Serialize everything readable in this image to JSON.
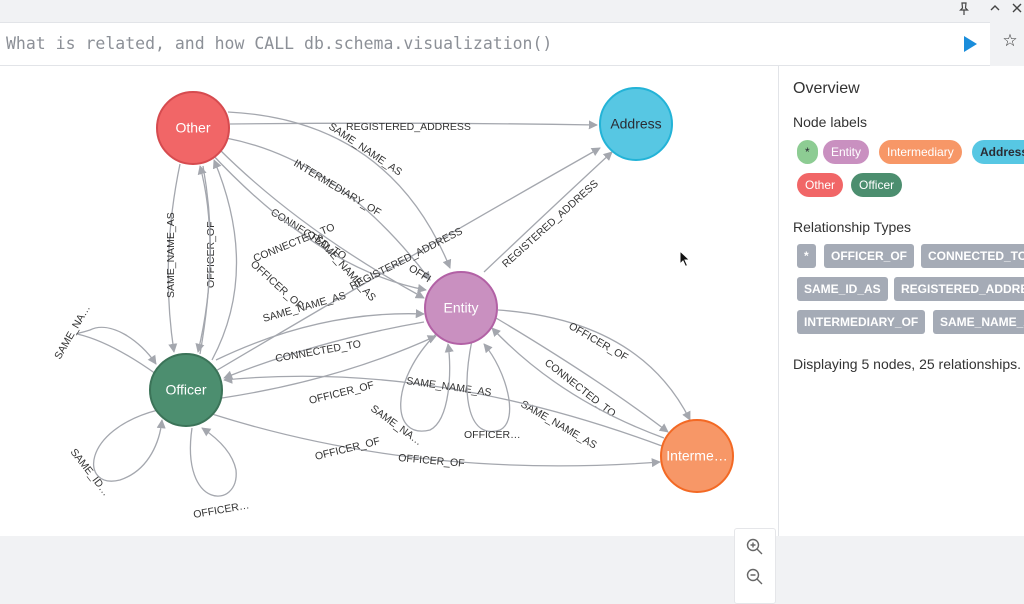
{
  "window": {
    "pin_icon": "pin-icon",
    "collapse_icon": "chevron-up-icon",
    "close_icon": "close-icon"
  },
  "editor": {
    "query": "What is related, and how CALL db.schema.visualization()",
    "run_icon": "play-icon",
    "favorite_icon": "star-icon"
  },
  "graph": {
    "nodes": {
      "other": "Other",
      "address": "Address",
      "entity": "Entity",
      "officer": "Officer",
      "intermediary": "Interme…"
    },
    "node_colors": {
      "other": "#f16667",
      "address": "#57c7e3",
      "entity": "#c990c0",
      "officer": "#4c8e6f",
      "intermediary": "#f79767"
    },
    "edge_labels": {
      "other_address": "REGISTERED_ADDRESS",
      "other_entity_same_name": "SAME_NAME_AS",
      "other_entity_intermediary": "INTERMEDIARY_OF",
      "other_entity_connected": "CONNECTED_TO",
      "other_entity_officer": "OFFI",
      "other_officer_same_name": "SAME_NAME_AS",
      "other_officer_officer": "OFFICER_OF",
      "officer_other_same_name": "SAME_NAME_AS",
      "officer_other_connected": "CONNECTED_TO",
      "officer_other_officer": "OFFICER_OF",
      "entity_address": "REGISTERED_ADDRESS",
      "officer_address": "REGISTERED_ADDRESS",
      "officer_entity_same_name": "SAME_NAME_AS",
      "entity_officer_connected": "CONNECTED_TO",
      "officer_entity_officer": "OFFICER_OF",
      "officer_self_same_name": "SAME_NA…",
      "officer_self_same_id": "SAME_ID…",
      "officer_self_officer": "OFFICER…",
      "entity_intermediary_officer": "OFFICER_OF",
      "entity_intermediary_connected": "CONNECTED_TO",
      "intermediary_entity_same_name": "SAME_NAME_AS",
      "intermediary_officer_same_name": "SAME_NAME_AS",
      "officer_intermediary_officer": "OFFICER_OF",
      "entity_self_same_name": "SAME_NA…",
      "entity_self_officer": "OFFICER…"
    },
    "zoom_in_icon": "zoom-in-icon",
    "zoom_out_icon": "zoom-out-icon"
  },
  "overview": {
    "title": "Overview",
    "node_labels_title": "Node labels",
    "node_labels": [
      "*",
      "Entity",
      "Intermediary",
      "Address",
      "Other",
      "Officer"
    ],
    "relationship_types_title": "Relationship Types",
    "relationship_types": [
      "*",
      "OFFICER_OF",
      "CONNECTED_TO",
      "SAME_ID_AS",
      "REGISTERED_ADDRESS",
      "INTERMEDIARY_OF",
      "SAME_NAME_AS"
    ],
    "status": "Displaying 5 nodes, 25 relationships."
  }
}
